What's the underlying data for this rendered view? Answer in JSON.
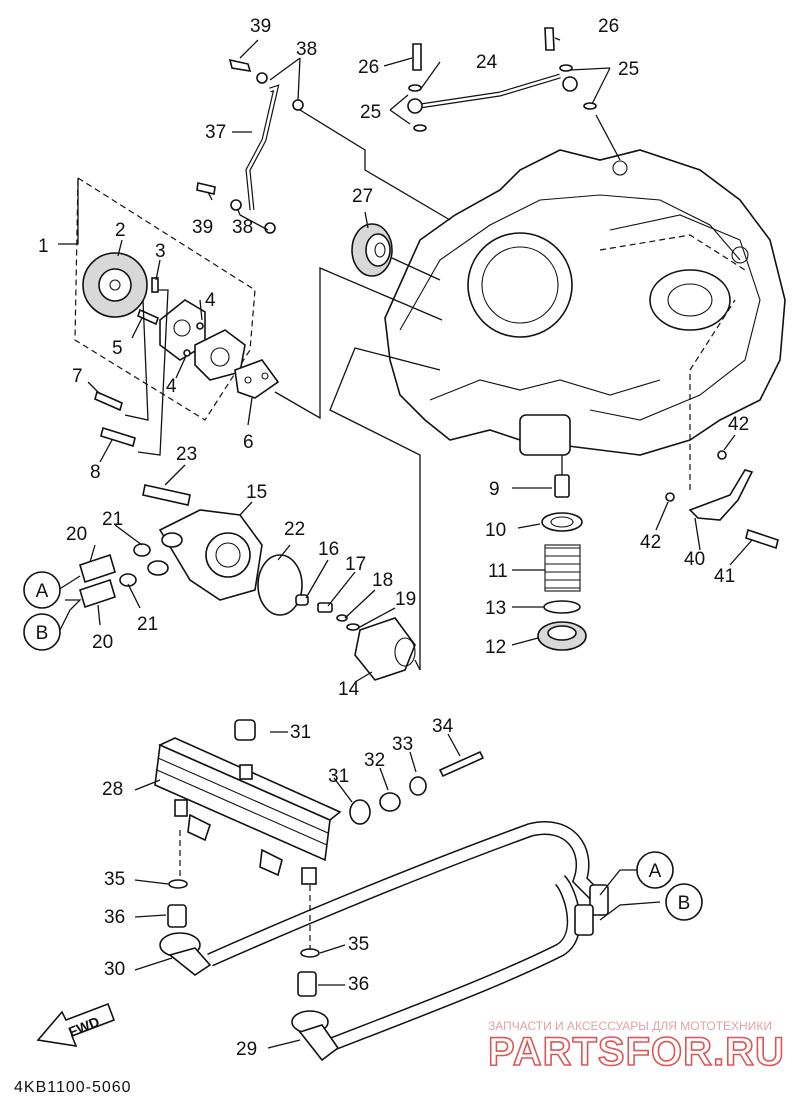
{
  "diagram": {
    "doc_code": "4KB1100-5060",
    "fwd_label": "FWD",
    "watermark": {
      "line1": "ЗАПЧАСТИ И АКСЕССУАРЫ ДЛЯ МОТОТЕХНИКИ",
      "line2": "PARTSFOR.RU"
    },
    "refs": {
      "a": "A",
      "b": "B"
    },
    "callouts": [
      "1",
      "2",
      "3",
      "4",
      "5",
      "6",
      "7",
      "8",
      "9",
      "10",
      "11",
      "12",
      "13",
      "14",
      "15",
      "16",
      "17",
      "18",
      "19",
      "20",
      "21",
      "22",
      "23",
      "24",
      "25",
      "26",
      "27",
      "28",
      "29",
      "30",
      "31",
      "32",
      "33",
      "34",
      "35",
      "36",
      "37",
      "38",
      "39",
      "40",
      "41",
      "42"
    ]
  }
}
